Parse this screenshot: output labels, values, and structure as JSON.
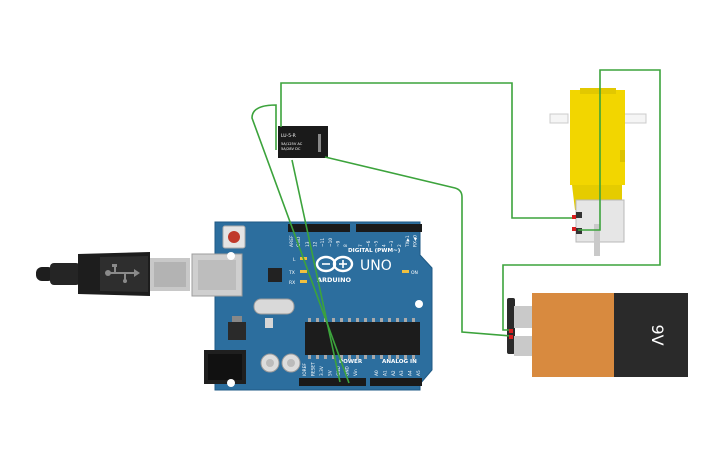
{
  "arduino": {
    "board_name": "UNO",
    "brand": "ARDUINO",
    "aref": "AREF",
    "gnd": "GND",
    "digital_header_label": "DIGITAL (PWM~)",
    "digital_pins_a": [
      "13",
      "12",
      "~11",
      "~10",
      "~9",
      "8"
    ],
    "digital_pins_b": [
      "7",
      "~6",
      "~5",
      "4",
      "~3",
      "2",
      "TX▶1",
      "RX◀0"
    ],
    "power_label": "POWER",
    "power_pins": [
      "IOREF",
      "RESET",
      "3.3V",
      "5V",
      "GND",
      "GND",
      "Vin"
    ],
    "analog_label": "ANALOG IN",
    "analog_pins": [
      "A0",
      "A1",
      "A2",
      "A3",
      "A4",
      "A5"
    ],
    "led_labels": [
      "L",
      "TX",
      "RX",
      "ON"
    ]
  },
  "relay": {
    "model": "LU-5-R",
    "line1": "5A/125V AC",
    "line2": "5A/28V DC"
  },
  "battery": {
    "label": "9V"
  },
  "colors": {
    "wire": "#3ca33c",
    "board": "#2c6e9e",
    "motor": "#f2d600",
    "battery_orange": "#d88a3f",
    "battery_black": "#2a2a2a"
  }
}
